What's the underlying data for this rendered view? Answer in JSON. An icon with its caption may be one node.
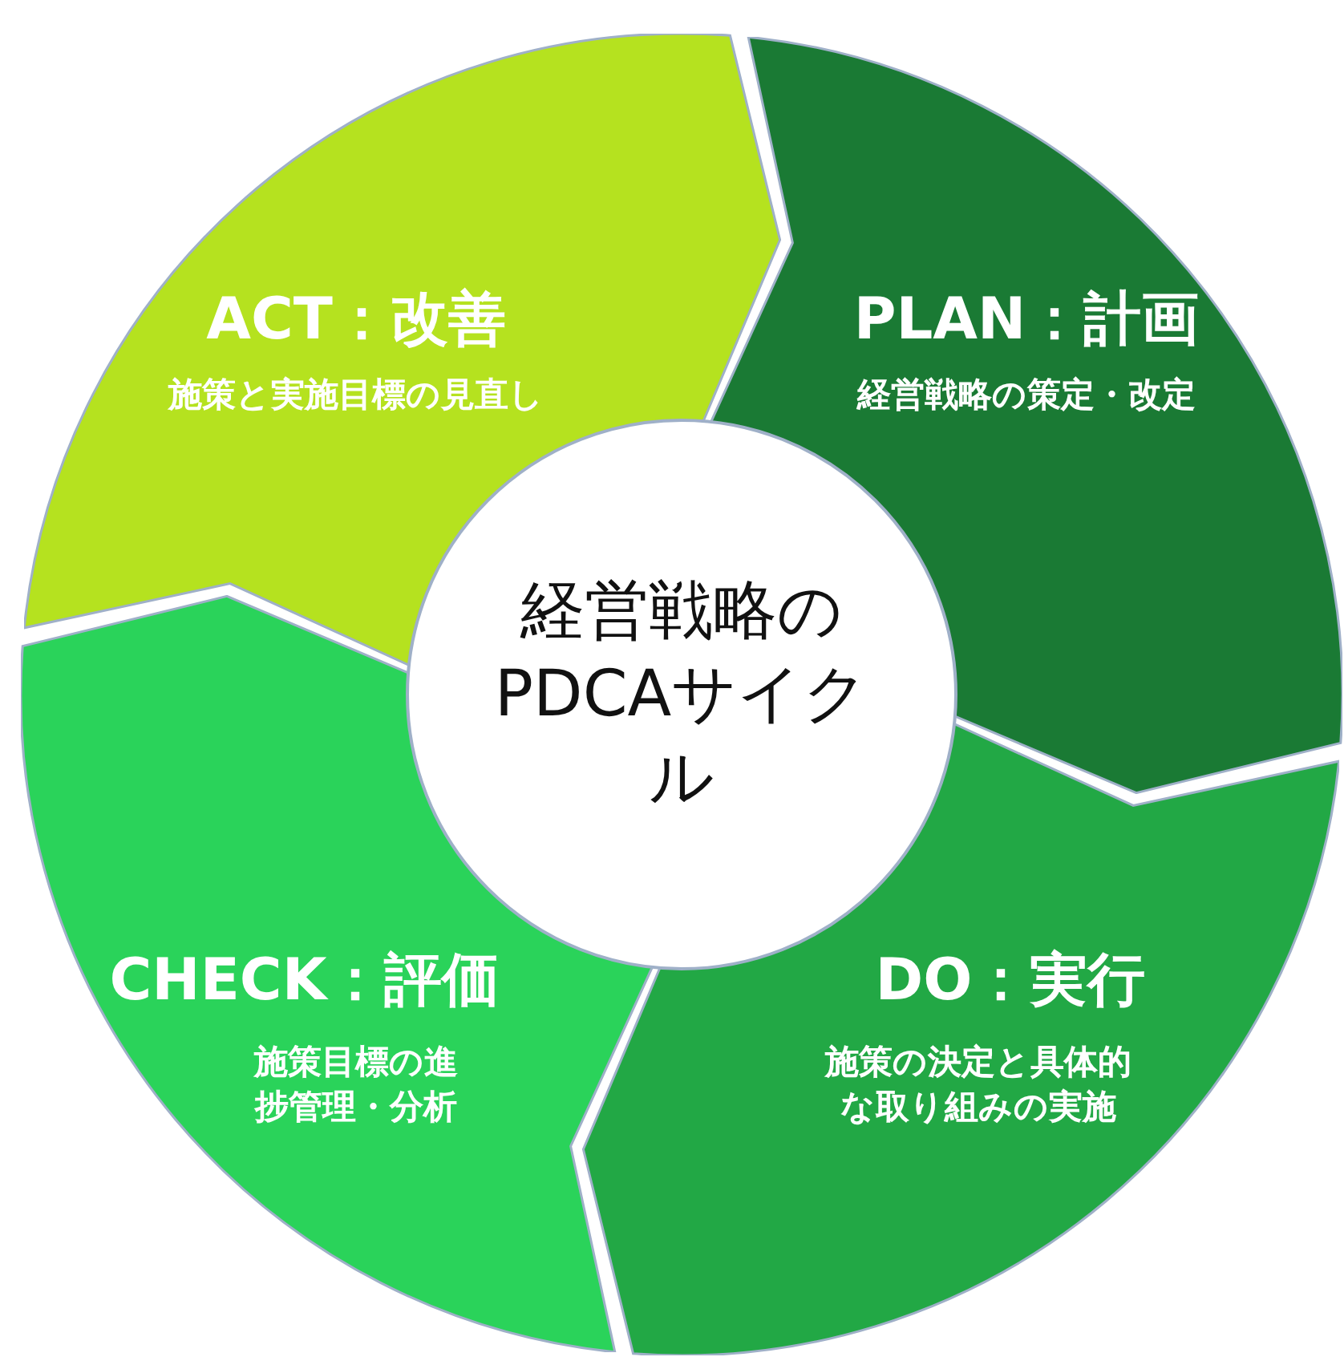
{
  "diagram": {
    "nodes": [
      {
        "text": [
          "ACT：改善",
          "施策と実施目標の見直し"
        ]
      },
      {
        "text": [
          "PLAN：計画",
          "経営戦略の策定・改定"
        ]
      },
      {
        "text": [
          "経営戦略のPDCAサイクル"
        ]
      },
      {
        "text": [
          "CHECK：評価",
          "施策目標の進捗管理・分析"
        ]
      },
      {
        "text": [
          "DO：実行",
          "施策の決定と具体的な取り組みの実施"
        ]
      }
    ],
    "edges": []
  }
}
